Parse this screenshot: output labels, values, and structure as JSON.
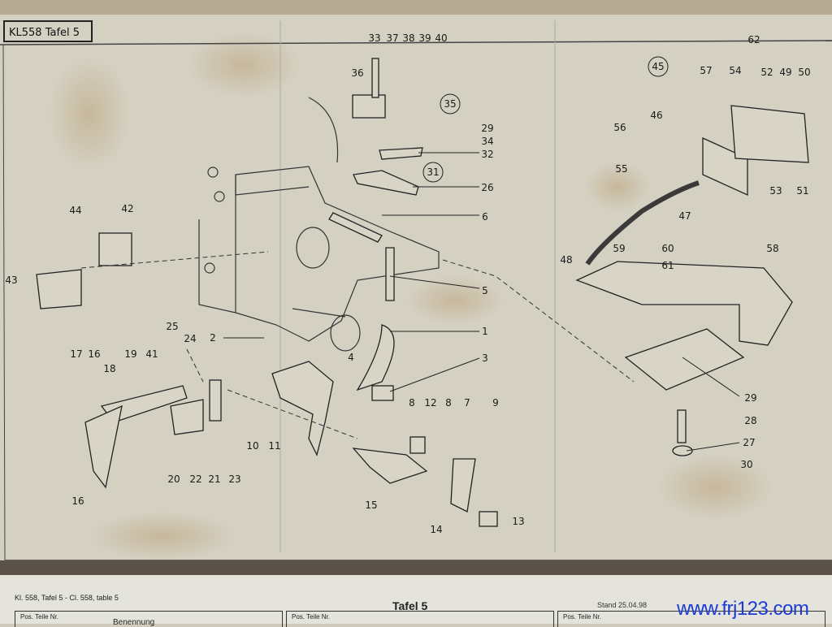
{
  "header": {
    "title": "KL558 Tafel 5"
  },
  "callouts": [
    "33",
    "37",
    "38",
    "39",
    "40",
    "36",
    "35",
    "29",
    "34",
    "32",
    "31",
    "26",
    "6",
    "5",
    "1",
    "3",
    "4",
    "2",
    "8",
    "12",
    "8",
    "7",
    "9",
    "10",
    "11",
    "15",
    "14",
    "13",
    "25",
    "24",
    "17",
    "16",
    "18",
    "19",
    "41",
    "20",
    "22",
    "21",
    "23",
    "16",
    "44",
    "42",
    "43",
    "62",
    "45",
    "57",
    "54",
    "52",
    "49",
    "50",
    "46",
    "56",
    "55",
    "53",
    "51",
    "47",
    "59",
    "60",
    "61",
    "58",
    "48",
    "29",
    "28",
    "27",
    "30"
  ],
  "footer": {
    "ref": "Kl. 558, Tafel 5 - Cl. 558, table 5",
    "title": "Tafel 5",
    "stand": "Stand 25.04.98",
    "col1_head": "Pos.  Teile Nr.",
    "col1_name": "Benennung",
    "col2_head": "Pos.  Teile Nr.",
    "col3_head": "Pos.  Teile Nr."
  },
  "watermark": "www.frj123.com"
}
